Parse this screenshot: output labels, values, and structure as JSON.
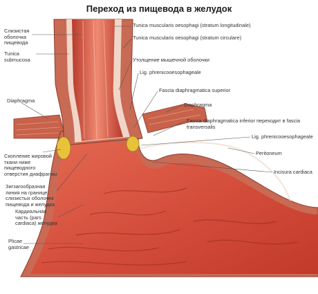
{
  "title": "Переход из пищевода в желудок",
  "labels": {
    "mucosa": "Слизистая\nоболочка\nпищевода",
    "submucosa": "Tunica\nsubmucosa",
    "diaphragm_left": "Diaphragma",
    "fat": "Скопление жировой\nткани ниже\nпищеводного\nотверстия диафрагмы",
    "zigzag": "Зигзагообразная\nлиния на границе\nслизистых оболочек\nпищевода и желудка",
    "cardia": "Кардиальная\nчасть (pars\ncardiaca) желудка",
    "plicae": "Plicae\ngastricae",
    "longitudinal": "Tunica muscularis oesophagi (stratum longitudinale)",
    "circulare": "Tunica muscularis oesophagi (stratum circulare)",
    "thickening": "Утолщение мышечной оболочки",
    "lig_top": "Lig. phrenicooesophageale",
    "fascia_sup": "Fascia diaphragmatica superior",
    "diaphragm_right": "Diaphragma",
    "fascia_inf": "Fascia diaphragmatica inferior переходит в fascia\ntransversalis",
    "lig_bottom": "Lig. phrenicooesophageale",
    "peritoneum": "Peritoneum",
    "incisura": "Incisura cardiaca"
  },
  "colors": {
    "mucosa": "#e0614f",
    "stomach": "#d94c3a",
    "muscle": "#c96a55",
    "fat": "#e8c23a",
    "diaphragm": "#c8624a",
    "leader": "#555555"
  }
}
